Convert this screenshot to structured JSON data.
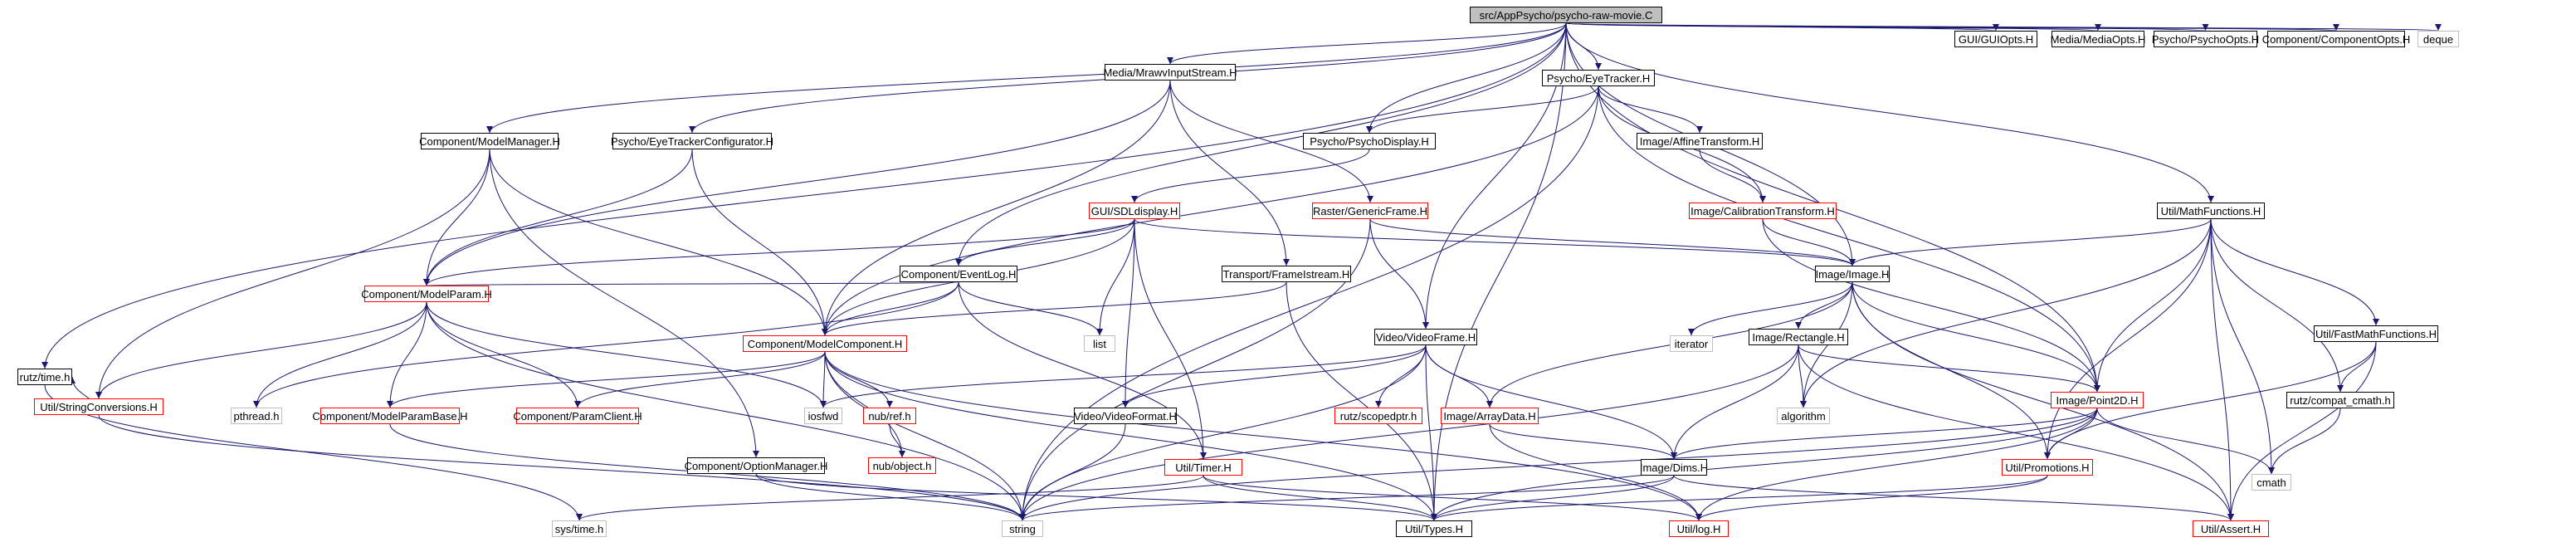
{
  "diagram": {
    "nodes": [
      {
        "id": "root",
        "label": "src/AppPsycho/psycho-raw-movie.C",
        "style": "root"
      },
      {
        "id": "ttime",
        "label": "rutz/time.h",
        "style": "black"
      },
      {
        "id": "modelmanager",
        "label": "Component/ModelManager.H",
        "style": "black"
      },
      {
        "id": "eyetrackcfg",
        "label": "Psycho/EyeTrackerConfigurator.H",
        "style": "black"
      },
      {
        "id": "mrawv",
        "label": "Media/MrawvInputStream.H",
        "style": "black"
      },
      {
        "id": "psychodisplay",
        "label": "Psycho/PsychoDisplay.H",
        "style": "black"
      },
      {
        "id": "eyetracker",
        "label": "Psycho/EyeTracker.H",
        "style": "black"
      },
      {
        "id": "guiopts",
        "label": "GUI/GUIOpts.H",
        "style": "black"
      },
      {
        "id": "mediaopts",
        "label": "Media/MediaOpts.H",
        "style": "black"
      },
      {
        "id": "psychoopts",
        "label": "Psycho/PsychoOpts.H",
        "style": "black"
      },
      {
        "id": "compopts",
        "label": "Component/ComponentOpts.H",
        "style": "black"
      },
      {
        "id": "deque",
        "label": "deque",
        "style": "gray"
      },
      {
        "id": "affine",
        "label": "Image/AffineTransform.H",
        "style": "black"
      },
      {
        "id": "sdldisplay",
        "label": "GUI/SDLdisplay.H",
        "style": "red"
      },
      {
        "id": "genericframe",
        "label": "Raster/GenericFrame.H",
        "style": "red"
      },
      {
        "id": "calib",
        "label": "Image/CalibrationTransform.H",
        "style": "red"
      },
      {
        "id": "mathfn",
        "label": "Util/MathFunctions.H",
        "style": "black"
      },
      {
        "id": "eventlog",
        "label": "Component/EventLog.H",
        "style": "black"
      },
      {
        "id": "frameistream",
        "label": "Transport/FrameIstream.H",
        "style": "black"
      },
      {
        "id": "image",
        "label": "Image/Image.H",
        "style": "black"
      },
      {
        "id": "modelparam",
        "label": "Component/ModelParam.H",
        "style": "red"
      },
      {
        "id": "modelcomp",
        "label": "Component/ModelComponent.H",
        "style": "red"
      },
      {
        "id": "list",
        "label": "list",
        "style": "gray"
      },
      {
        "id": "videoframe",
        "label": "Video/VideoFrame.H",
        "style": "black"
      },
      {
        "id": "iterator",
        "label": "iterator",
        "style": "gray"
      },
      {
        "id": "rectangle",
        "label": "Image/Rectangle.H",
        "style": "black"
      },
      {
        "id": "fastmath",
        "label": "Util/FastMathFunctions.H",
        "style": "black"
      },
      {
        "id": "strconv",
        "label": "Util/StringConversions.H",
        "style": "red"
      },
      {
        "id": "pthread",
        "label": "pthread.h",
        "style": "gray"
      },
      {
        "id": "modelparambase",
        "label": "Component/ModelParamBase.H",
        "style": "red"
      },
      {
        "id": "paramclient",
        "label": "Component/ParamClient.H",
        "style": "red"
      },
      {
        "id": "iosfwd",
        "label": "iosfwd",
        "style": "gray"
      },
      {
        "id": "nubref",
        "label": "nub/ref.h",
        "style": "red"
      },
      {
        "id": "videoformat",
        "label": "Video/VideoFormat.H",
        "style": "black"
      },
      {
        "id": "scopedptr",
        "label": "rutz/scopedptr.h",
        "style": "red"
      },
      {
        "id": "arraydata",
        "label": "Image/ArrayData.H",
        "style": "red"
      },
      {
        "id": "algorithm",
        "label": "algorithm",
        "style": "gray"
      },
      {
        "id": "point2d",
        "label": "Image/Point2D.H",
        "style": "red"
      },
      {
        "id": "compatcmath",
        "label": "rutz/compat_cmath.h",
        "style": "black"
      },
      {
        "id": "nubobject",
        "label": "nub/object.h",
        "style": "red"
      },
      {
        "id": "optionmanager",
        "label": "Component/OptionManager.H",
        "style": "black"
      },
      {
        "id": "timer",
        "label": "Util/Timer.H",
        "style": "red"
      },
      {
        "id": "dims",
        "label": "Image/Dims.H",
        "style": "black"
      },
      {
        "id": "promotions",
        "label": "Util/Promotions.H",
        "style": "red"
      },
      {
        "id": "cmath",
        "label": "cmath",
        "style": "gray"
      },
      {
        "id": "systime",
        "label": "sys/time.h",
        "style": "gray"
      },
      {
        "id": "string",
        "label": "string",
        "style": "gray"
      },
      {
        "id": "types",
        "label": "Util/Types.H",
        "style": "black"
      },
      {
        "id": "log",
        "label": "Util/log.H",
        "style": "red"
      },
      {
        "id": "assert",
        "label": "Util/Assert.H",
        "style": "red"
      }
    ],
    "edges": [
      [
        "root",
        "ttime"
      ],
      [
        "root",
        "modelmanager"
      ],
      [
        "root",
        "eyetrackcfg"
      ],
      [
        "root",
        "mrawv"
      ],
      [
        "root",
        "psychodisplay"
      ],
      [
        "root",
        "eyetracker"
      ],
      [
        "root",
        "eventlog"
      ],
      [
        "root",
        "videoframe"
      ],
      [
        "root",
        "image"
      ],
      [
        "root",
        "point2d"
      ],
      [
        "root",
        "mathfn"
      ],
      [
        "root",
        "guiopts"
      ],
      [
        "root",
        "mediaopts"
      ],
      [
        "root",
        "psychoopts"
      ],
      [
        "root",
        "compopts"
      ],
      [
        "root",
        "deque"
      ],
      [
        "root",
        "types"
      ],
      [
        "ttime",
        "systime"
      ],
      [
        "modelmanager",
        "modelparam"
      ],
      [
        "modelmanager",
        "modelcomp"
      ],
      [
        "modelmanager",
        "strconv"
      ],
      [
        "modelmanager",
        "optionmanager"
      ],
      [
        "eyetrackcfg",
        "modelparam"
      ],
      [
        "eyetrackcfg",
        "modelcomp"
      ],
      [
        "mrawv",
        "modelparam"
      ],
      [
        "mrawv",
        "modelcomp"
      ],
      [
        "mrawv",
        "genericframe"
      ],
      [
        "mrawv",
        "frameistream"
      ],
      [
        "psychodisplay",
        "sdldisplay"
      ],
      [
        "eyetracker",
        "psychodisplay"
      ],
      [
        "eyetracker",
        "affine"
      ],
      [
        "eyetracker",
        "calib"
      ],
      [
        "eyetracker",
        "modelcomp"
      ],
      [
        "eyetracker",
        "string"
      ],
      [
        "eyetracker",
        "point2d"
      ],
      [
        "affine",
        "calib"
      ],
      [
        "calib",
        "image"
      ],
      [
        "calib",
        "point2d"
      ],
      [
        "sdldisplay",
        "eventlog"
      ],
      [
        "sdldisplay",
        "modelcomp"
      ],
      [
        "sdldisplay",
        "list"
      ],
      [
        "sdldisplay",
        "videoformat"
      ],
      [
        "sdldisplay",
        "timer"
      ],
      [
        "sdldisplay",
        "image"
      ],
      [
        "sdldisplay",
        "modelparam"
      ],
      [
        "genericframe",
        "videoframe"
      ],
      [
        "genericframe",
        "image"
      ],
      [
        "genericframe",
        "string"
      ],
      [
        "mathfn",
        "image"
      ],
      [
        "mathfn",
        "point2d"
      ],
      [
        "mathfn",
        "fastmath"
      ],
      [
        "mathfn",
        "compatcmath"
      ],
      [
        "mathfn",
        "cmath"
      ],
      [
        "mathfn",
        "algorithm"
      ],
      [
        "mathfn",
        "promotions"
      ],
      [
        "mathfn",
        "assert"
      ],
      [
        "eventlog",
        "modelparam"
      ],
      [
        "eventlog",
        "modelcomp"
      ],
      [
        "eventlog",
        "list"
      ],
      [
        "eventlog",
        "timer"
      ],
      [
        "eventlog",
        "pthread"
      ],
      [
        "frameistream",
        "modelcomp"
      ],
      [
        "frameistream",
        "types"
      ],
      [
        "image",
        "iterator"
      ],
      [
        "image",
        "rectangle"
      ],
      [
        "image",
        "arraydata"
      ],
      [
        "image",
        "point2d"
      ],
      [
        "image",
        "algorithm"
      ],
      [
        "image",
        "promotions"
      ],
      [
        "image",
        "assert"
      ],
      [
        "modelparam",
        "modelparambase"
      ],
      [
        "modelparam",
        "paramclient"
      ],
      [
        "modelparam",
        "strconv"
      ],
      [
        "modelparam",
        "pthread"
      ],
      [
        "modelparam",
        "iosfwd"
      ],
      [
        "modelparam",
        "string"
      ],
      [
        "modelcomp",
        "modelparambase"
      ],
      [
        "modelcomp",
        "paramclient"
      ],
      [
        "modelcomp",
        "iosfwd"
      ],
      [
        "modelcomp",
        "nubref"
      ],
      [
        "modelcomp",
        "nubobject"
      ],
      [
        "modelcomp",
        "string"
      ],
      [
        "modelcomp",
        "types"
      ],
      [
        "modelcomp",
        "log"
      ],
      [
        "videoframe",
        "videoformat"
      ],
      [
        "videoframe",
        "scopedptr"
      ],
      [
        "videoframe",
        "arraydata"
      ],
      [
        "videoframe",
        "dims"
      ],
      [
        "videoframe",
        "iosfwd"
      ],
      [
        "videoframe",
        "string"
      ],
      [
        "videoframe",
        "types"
      ],
      [
        "rectangle",
        "point2d"
      ],
      [
        "rectangle",
        "dims"
      ],
      [
        "rectangle",
        "algorithm"
      ],
      [
        "rectangle",
        "string"
      ],
      [
        "rectangle",
        "assert"
      ],
      [
        "fastmath",
        "compatcmath"
      ],
      [
        "fastmath",
        "promotions"
      ],
      [
        "fastmath",
        "assert"
      ],
      [
        "strconv",
        "ttime"
      ],
      [
        "strconv",
        "string"
      ],
      [
        "modelparambase",
        "string"
      ],
      [
        "nubref",
        "nubobject"
      ],
      [
        "videoformat",
        "string"
      ],
      [
        "arraydata",
        "dims"
      ],
      [
        "arraydata",
        "log"
      ],
      [
        "point2d",
        "dims"
      ],
      [
        "point2d",
        "promotions"
      ],
      [
        "point2d",
        "cmath"
      ],
      [
        "point2d",
        "string"
      ],
      [
        "point2d",
        "log"
      ],
      [
        "point2d",
        "types"
      ],
      [
        "compatcmath",
        "cmath"
      ],
      [
        "optionmanager",
        "string"
      ],
      [
        "optionmanager",
        "types"
      ],
      [
        "timer",
        "systime"
      ],
      [
        "timer",
        "types"
      ],
      [
        "timer",
        "log"
      ],
      [
        "dims",
        "string"
      ],
      [
        "dims",
        "types"
      ],
      [
        "dims",
        "assert"
      ],
      [
        "promotions",
        "types"
      ],
      [
        "promotions",
        "log"
      ]
    ]
  }
}
